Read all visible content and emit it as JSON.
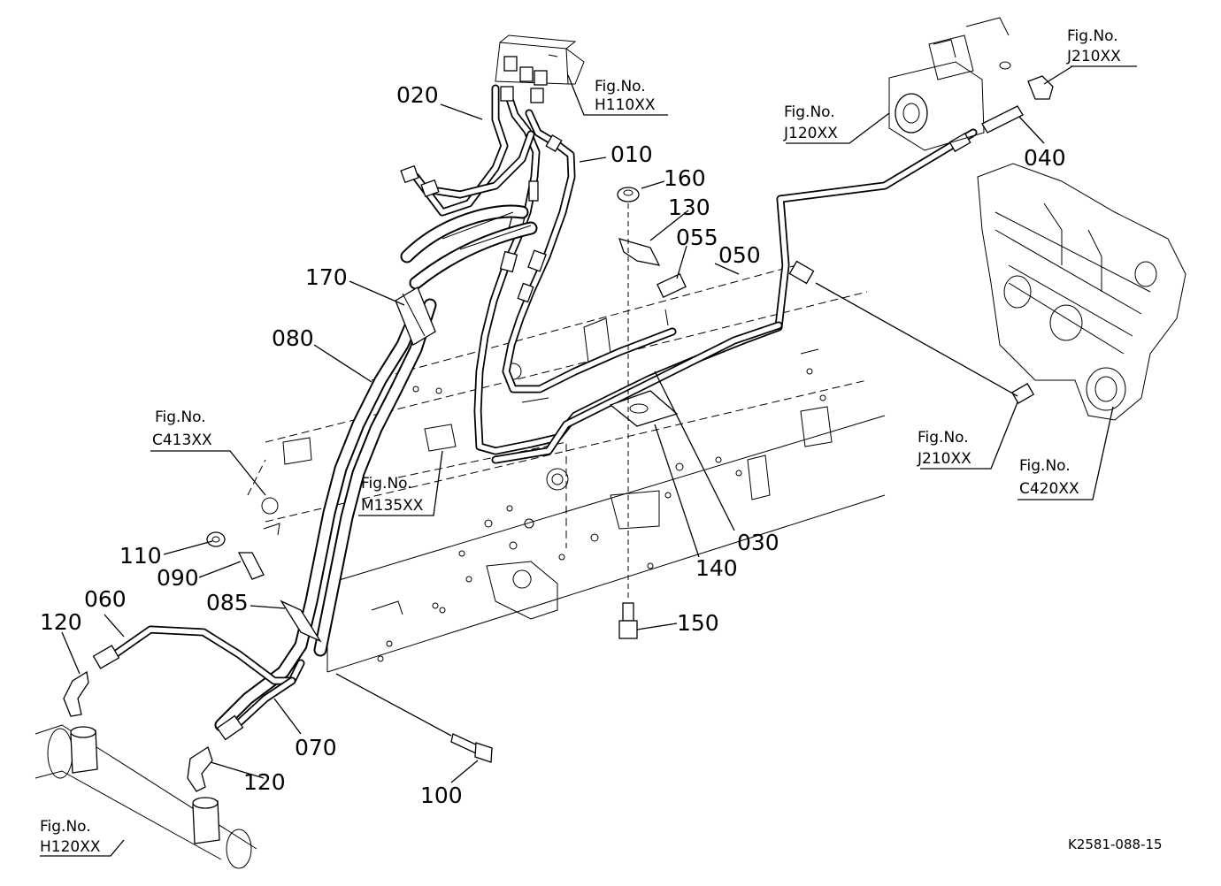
{
  "callouts": {
    "c010": "010",
    "c020": "020",
    "c030": "030",
    "c040": "040",
    "c050": "050",
    "c055": "055",
    "c060": "060",
    "c070": "070",
    "c080": "080",
    "c085": "085",
    "c090": "090",
    "c100": "100",
    "c110": "110",
    "c120a": "120",
    "c120b": "120",
    "c130": "130",
    "c140": "140",
    "c150": "150",
    "c160": "160",
    "c170": "170"
  },
  "figure_refs": {
    "fig_label": "Fig.No.",
    "h110": "H110XX",
    "j120": "J120XX",
    "j210_top": "J210XX",
    "j210_right": "J210XX",
    "c413": "C413XX",
    "m135": "M135XX",
    "c420": "C420XX",
    "h120": "H120XX"
  },
  "diagram_code": "K2581-088-15"
}
